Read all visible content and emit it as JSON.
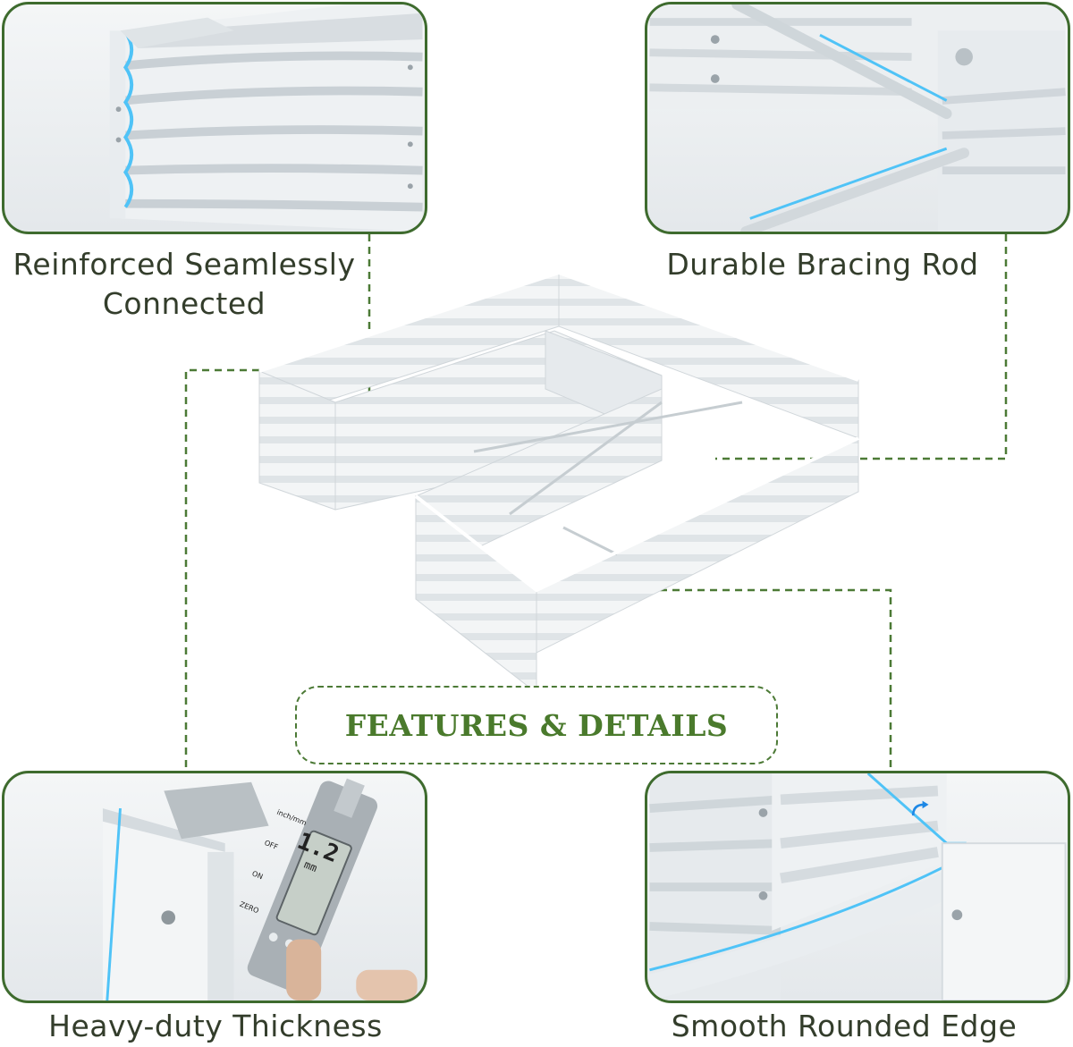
{
  "panels": {
    "top_left": {
      "caption_line1": "Reinforced Seamlessly",
      "caption_line2": "Connected"
    },
    "top_right": {
      "caption": "Durable Bracing Rod"
    },
    "bottom_left": {
      "caption": "Heavy-duty Thickness",
      "caliper_reading": "1.2",
      "caliper_unit": "mm",
      "caliper_labels": [
        "inch/mm",
        "OFF",
        "ON",
        "ZERO"
      ]
    },
    "bottom_right": {
      "caption": "Smooth Rounded Edge"
    }
  },
  "center": {
    "title": "FEATURES & DETAILS"
  },
  "colors": {
    "border_green": "#3e6b2e",
    "title_green": "#4a7a2c",
    "caption_text": "#333d2b",
    "highlight_blue": "#4fc3f7",
    "metal_white": "#f2f4f5"
  },
  "icons": [
    "rotation-arrow-icon"
  ]
}
